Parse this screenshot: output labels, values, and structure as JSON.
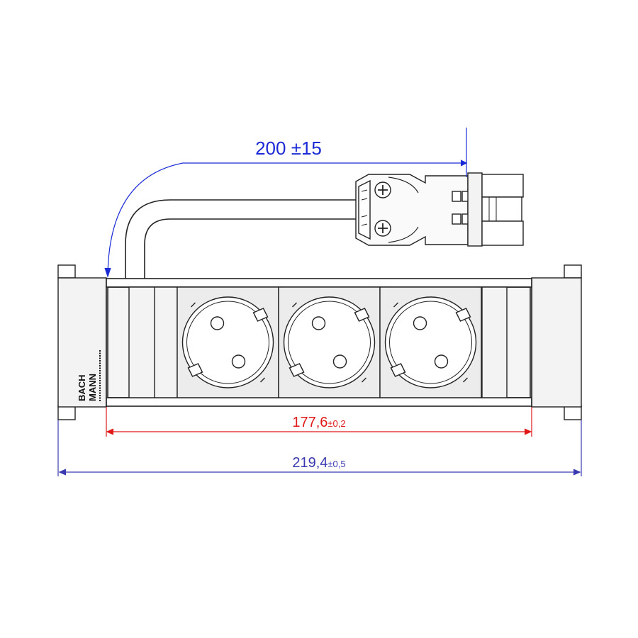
{
  "dimensions": {
    "cable_length": {
      "value": "200 ±15",
      "color": "#1a2ad6"
    },
    "inner_length": {
      "value": "177,6",
      "tolerance": "±0,2",
      "color": "#e01818"
    },
    "overall_length": {
      "value": "219,4",
      "tolerance": "±0,5",
      "color": "#3a3ab0"
    }
  },
  "brand": {
    "line1": "BACH",
    "line2": "MANN"
  },
  "product": {
    "socket_count": 3,
    "socket_type": "schuko",
    "connector": "gst18-connector"
  },
  "colors": {
    "outline": "#222222",
    "body_fill": "#f3f3f3",
    "socket_fill": "#ececec",
    "dimension_blue": "#1a2ad6",
    "dimension_red": "#e01818",
    "dimension_dark": "#3a3ab0"
  }
}
